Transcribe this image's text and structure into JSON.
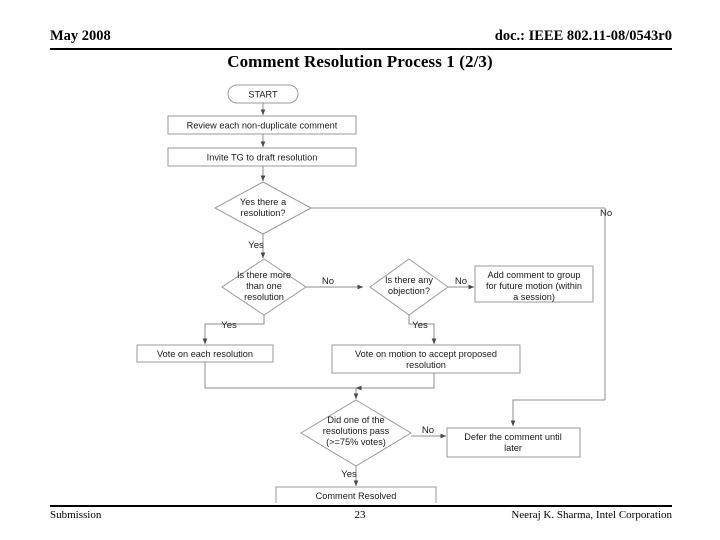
{
  "header": {
    "date": "May 2008",
    "doc": "doc.: IEEE 802.11-08/0543r0"
  },
  "title": "Comment Resolution Process 1 (2/3)",
  "footer": {
    "left": "Submission",
    "page": "23",
    "right": "Neeraj K. Sharma, Intel Corporation"
  },
  "flowchart": {
    "start": "START",
    "review": "Review each non-duplicate comment",
    "invite": "Invite TG to draft resolution",
    "decision_resolution": {
      "line1": "Yes there a",
      "line2": "resolution?"
    },
    "decision_more_than_one": {
      "line1": "Is there more",
      "line2": "than one",
      "line3": "resolution"
    },
    "decision_objection": {
      "line1": "Is there any",
      "line2": "objection?"
    },
    "add_comment": {
      "line1": "Add comment to group",
      "line2": "for future motion (within",
      "line3": "a session)"
    },
    "vote_each": "Vote on each resolution",
    "vote_motion": {
      "line1": "Vote on motion to accept proposed",
      "line2": "resolution"
    },
    "decision_pass": {
      "line1": "Did one of the",
      "line2": "resolutions pass",
      "line3": "(>=75% votes)"
    },
    "defer": {
      "line1": "Defer the comment until",
      "line2": "later"
    },
    "comment_resolved": "Comment Resolved",
    "labels": {
      "no_top_right": "No",
      "yes_after_resolution": "Yes",
      "no_more_than_one": "No",
      "no_objection": "No",
      "yes_more_than_one": "Yes",
      "yes_objection": "Yes",
      "no_pass": "No",
      "yes_pass": "Yes"
    }
  }
}
